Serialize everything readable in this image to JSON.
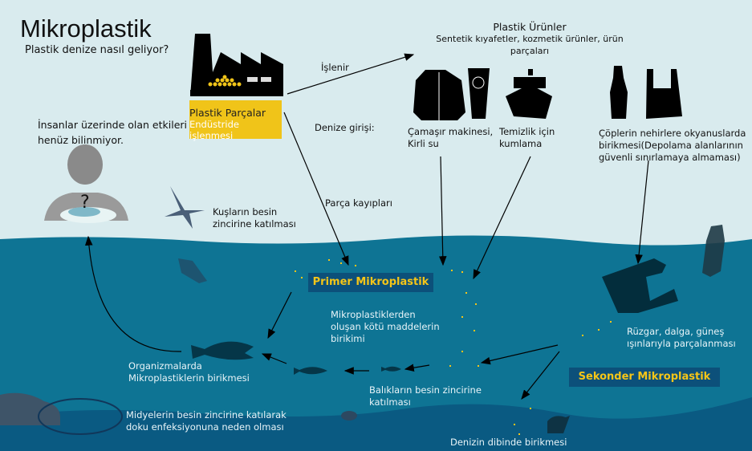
{
  "header": {
    "title": "Mikroplastik",
    "subtitle": "Plastik denize nasıl geliyor?"
  },
  "factory": {
    "label_top": "Plastik Parçalar",
    "label_bottom": "Endüstride işlenmesi"
  },
  "products": {
    "title": "Plastik Ürünler",
    "subtitle": "Sentetik kıyafetler, kozmetik ürünler, ürün parçaları"
  },
  "labels": {
    "processed": "İşlenir",
    "sea_entry": "Denize girişi:",
    "washing": [
      "Çamaşır makinesi,",
      "Kirli su"
    ],
    "cleaning": [
      "Temizlik için",
      "kumlama"
    ],
    "waste": [
      "Çöplerin nehirlere okyanuslarda",
      "birikmesi(Depolama alanlarının",
      "güvenli sınırlamaya almaması)"
    ],
    "human": [
      "İnsanlar üzerinde olan etkileri",
      "henüz bilinmiyor."
    ],
    "part_loss": "Parça kayıpları",
    "birds": [
      "Kuşların besin",
      "zincirine katılması"
    ],
    "harmful": [
      "Mikroplastiklerden",
      "oluşan kötü maddelerin",
      "birikimi"
    ],
    "organisms": [
      "Organizmalarda",
      "Mikroplastiklerin birikmesi"
    ],
    "fish_chain": [
      "Balıkların besin zincirine",
      "katılması"
    ],
    "mussels": [
      "Midyelerin besin zincirine katılarak",
      "doku enfeksiyonuna neden olması"
    ],
    "breakdown": [
      "Rüzgar, dalga, güneş",
      "ışınlarıyla parçalanması"
    ],
    "seabed": "Denizin dibinde birikmesi",
    "question": "?"
  },
  "boxes": {
    "primary": "Primer Mikroplastik",
    "secondary": "Sekonder Mikroplastik"
  },
  "colors": {
    "sky": "#d9ebee",
    "sea": "#0e7494",
    "deep_sea": "#0a5a82",
    "box": "#0c507a",
    "accent": "#f5c518",
    "factory_label": "#f0c419"
  }
}
